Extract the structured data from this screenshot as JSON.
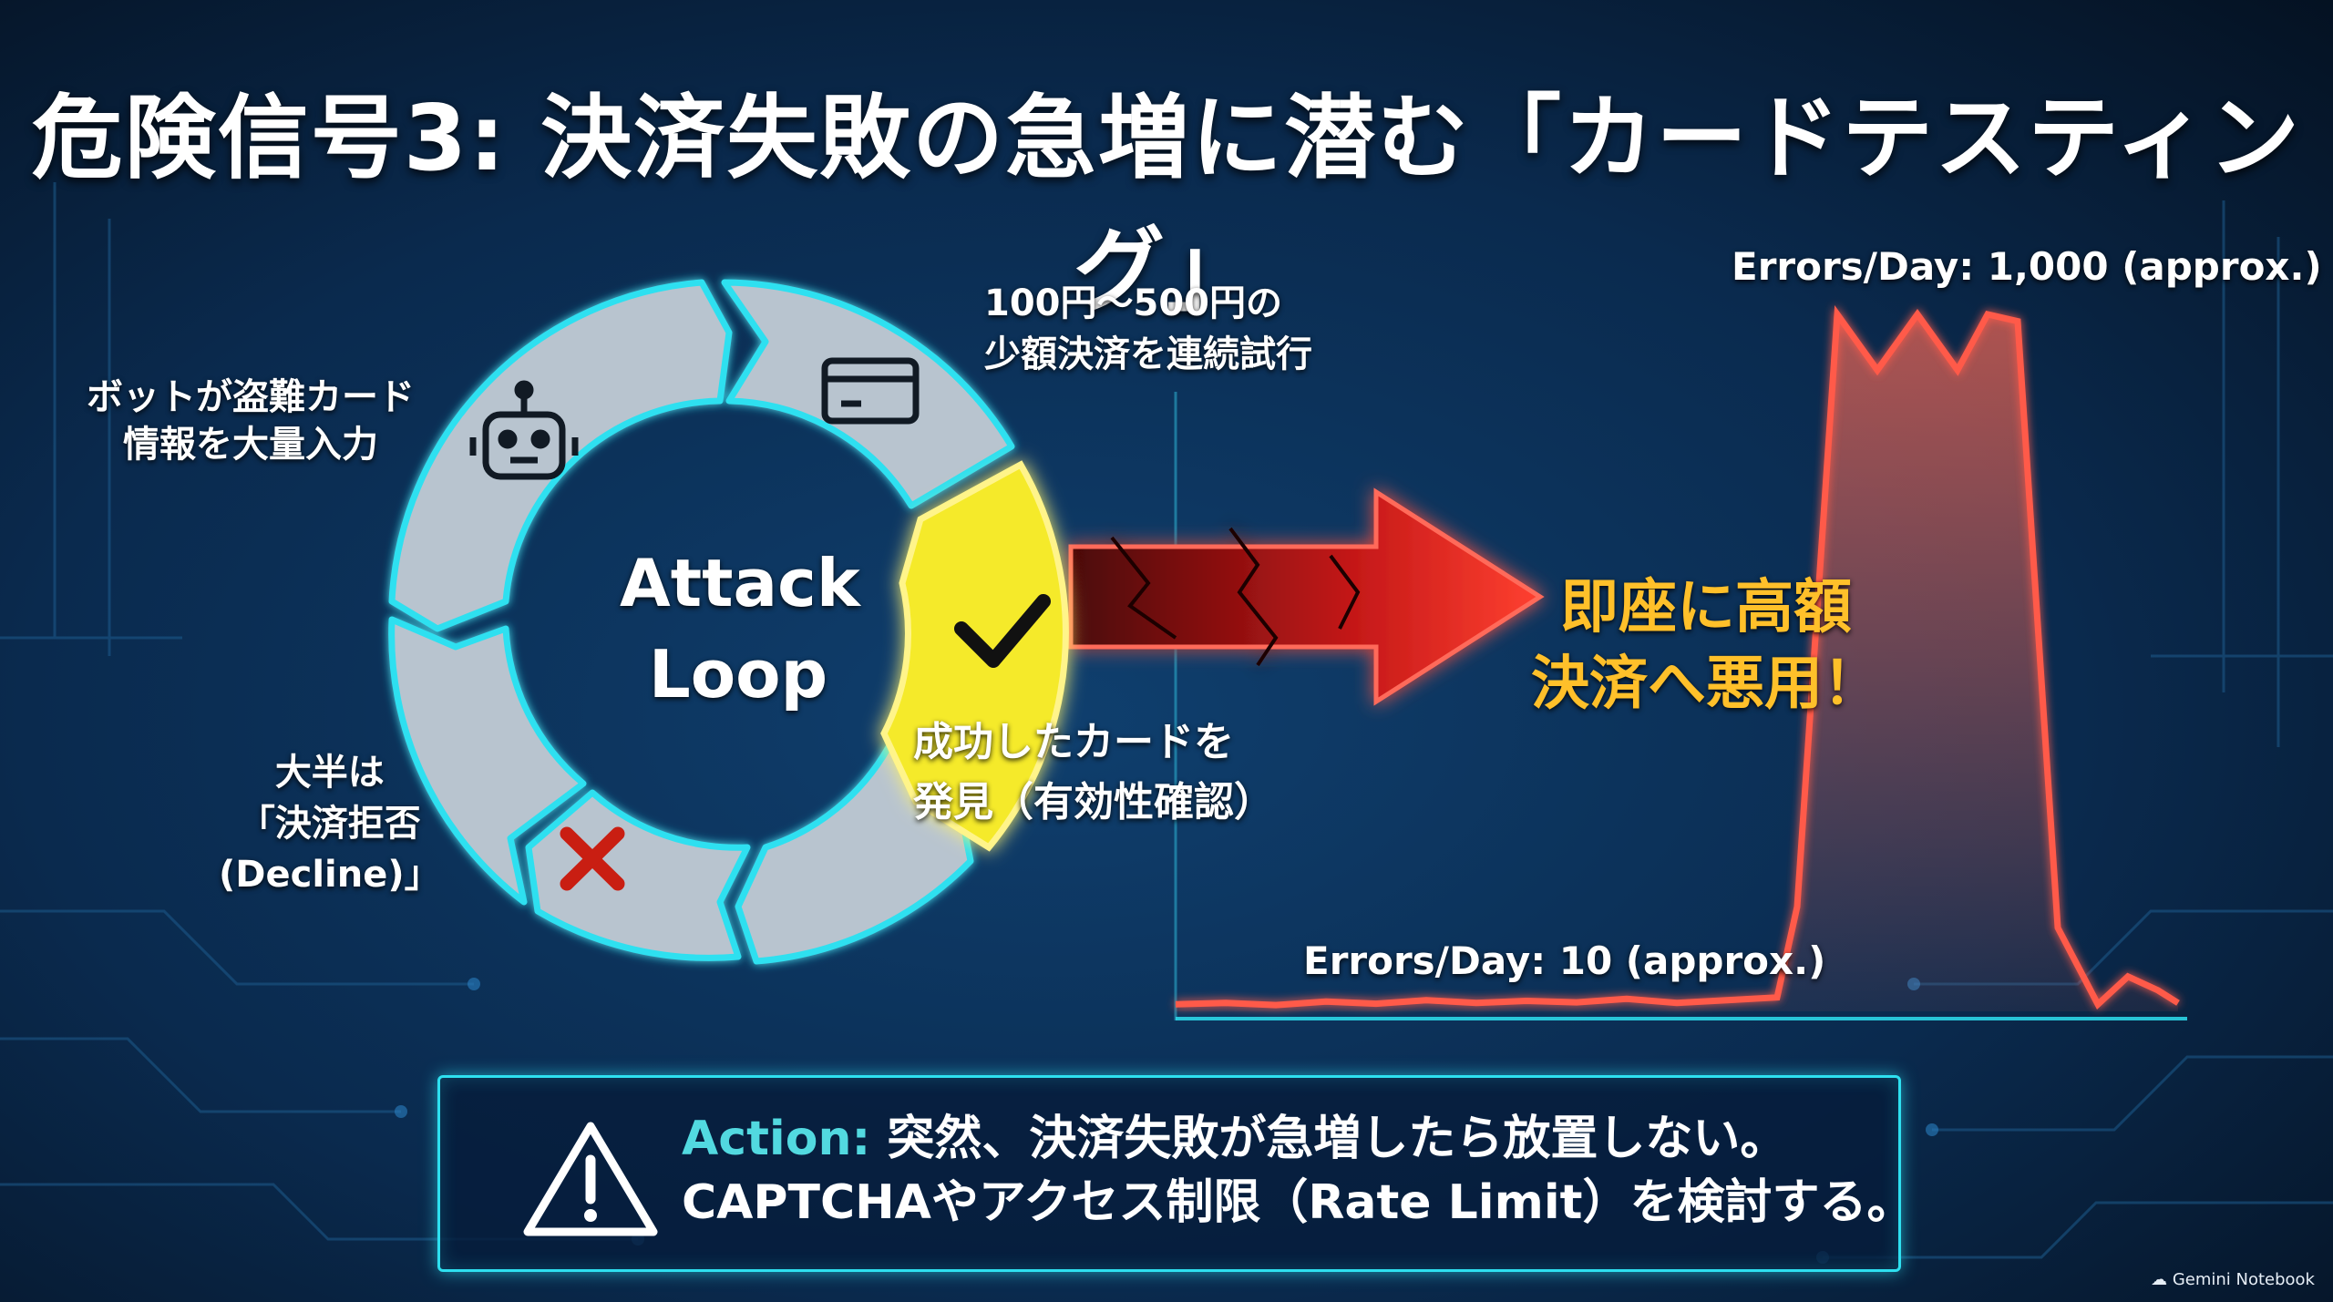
{
  "title": "危険信号3: 決済失敗の急増に潜む「カードテスティング」",
  "loop": {
    "center": [
      "Attack",
      "Loop"
    ],
    "bot_text": [
      "ボットが盗難カード",
      "情報を大量入力"
    ],
    "small_amount_text": [
      "100円〜500円の",
      "少額決済を連続試行"
    ],
    "decline_text": [
      "大半は",
      "「決済拒否",
      "(Decline)」"
    ],
    "success_text": [
      "成功したカードを",
      "発見（有効性確認）"
    ],
    "icons": [
      "robot-icon",
      "credit-card-icon",
      "check-icon",
      "x-icon"
    ],
    "colors": {
      "segment": "#b8c4cf",
      "outline": "#2ee0f0",
      "highlight": "#f5ea2a",
      "decline_x": "#d42a1e"
    }
  },
  "abuse_text": [
    "即座に高額",
    "決済へ悪用！"
  ],
  "chart_data": {
    "type": "line",
    "series": [
      {
        "x": [
          0,
          5,
          10,
          15,
          20,
          25,
          30,
          35,
          40,
          45,
          50,
          55,
          60,
          62,
          66,
          70,
          74,
          78,
          81,
          84,
          88,
          92,
          95,
          98,
          100
        ],
        "values": [
          10,
          12,
          9,
          14,
          11,
          16,
          12,
          15,
          13,
          18,
          12,
          16,
          20,
          150,
          1000,
          920,
          1000,
          920,
          1000,
          990,
          120,
          10,
          50,
          30,
          12
        ]
      }
    ],
    "annotations": [
      "Errors/Day: 1,000 (approx.)",
      "Errors/Day: 10 (approx.)"
    ],
    "line_color": "#ff5a4a",
    "baseline_color": "#2ee0f0"
  },
  "action": {
    "label": "Action:",
    "line1": "突然、決済失敗が急増したら放置しない。",
    "line2": "CAPTCHAやアクセス制限（Rate Limit）を検討する。"
  },
  "footer": "Gemini Notebook"
}
